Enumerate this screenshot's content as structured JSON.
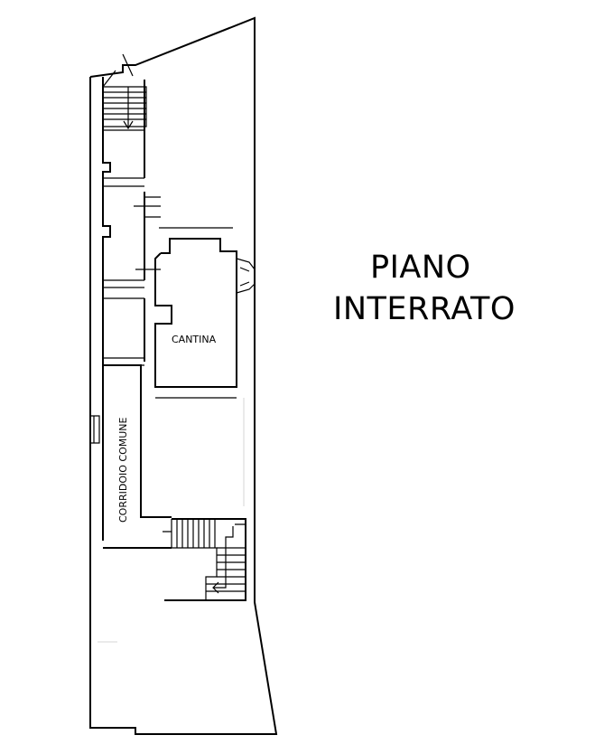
{
  "title": {
    "line1": "PIANO",
    "line2": "INTERRATO"
  },
  "rooms": {
    "cantina": "CANTINA",
    "corridoio": "CORRIDOIO COMUNE"
  },
  "colors": {
    "wall": "#000000",
    "background": "#ffffff"
  }
}
